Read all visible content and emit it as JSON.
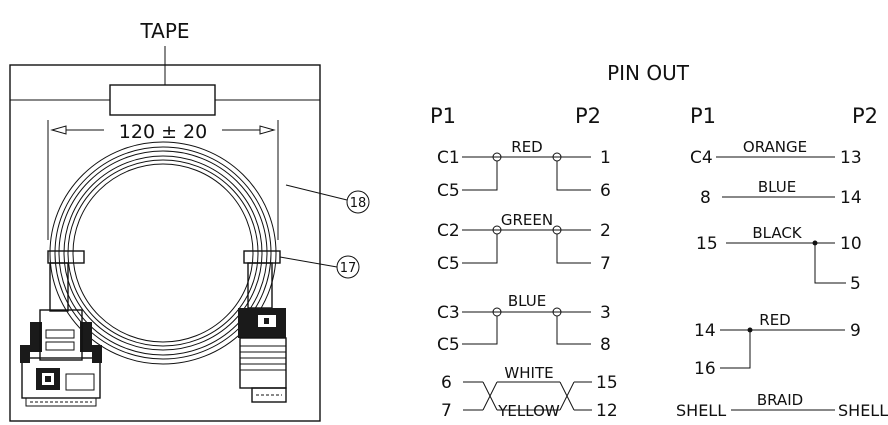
{
  "drawing": {
    "tape_label": "TAPE",
    "length_label": "120 ± 20",
    "callouts": [
      "18",
      "17"
    ],
    "pinout_title": "PIN OUT",
    "left_header": {
      "p1": "P1",
      "p2": "P2"
    },
    "right_header": {
      "p1": "P1",
      "p2": "P2"
    },
    "left_pins": {
      "c1": "C1",
      "c5a": "C5",
      "red": "RED",
      "p1": "1",
      "p6": "6",
      "c2": "C2",
      "c5b": "C5",
      "green": "GREEN",
      "p2": "2",
      "p7": "7",
      "c3": "C3",
      "c5c": "C5",
      "blue": "BLUE",
      "p3": "3",
      "p8": "8",
      "p6b": "6",
      "p7b": "7",
      "white": "WHITE",
      "yellow": "YELLOW",
      "p15": "15",
      "p12": "12"
    },
    "right_pins": {
      "c4": "C4",
      "orange": "ORANGE",
      "p13": "13",
      "p8": "8",
      "blue": "BLUE",
      "p14": "14",
      "p15": "15",
      "black": "BLACK",
      "p10": "10",
      "p5": "5",
      "p14b": "14",
      "red": "RED",
      "p9": "9",
      "p16": "16",
      "shell_a": "SHELL",
      "braid": "BRAID",
      "shell_b": "SHELL"
    }
  }
}
